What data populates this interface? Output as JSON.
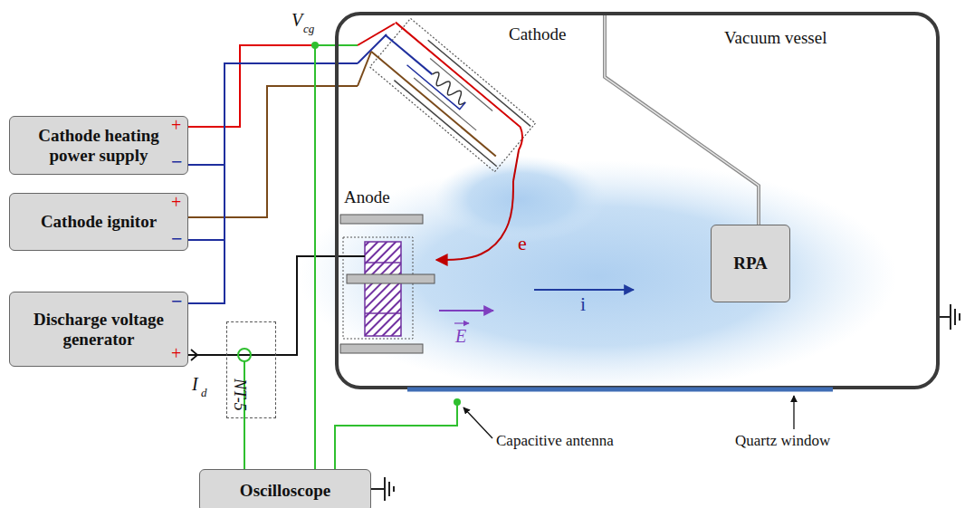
{
  "diagram": {
    "nodes": [
      {
        "text": [
          "Cathode heating power supply"
        ]
      },
      {
        "text": [
          "Cathode ignitor"
        ]
      },
      {
        "text": [
          "Discharge voltage generator"
        ]
      },
      {
        "text": [
          "NT-5"
        ]
      },
      {
        "text": [
          "Oscilloscope"
        ]
      },
      {
        "text": [
          "Vacuum vessel"
        ]
      },
      {
        "text": [
          "Cathode"
        ],
        "in": 5
      },
      {
        "text": [
          "Anode"
        ],
        "in": 5
      },
      {
        "text": [
          "RPA"
        ],
        "in": 5
      }
    ],
    "edges": [
      {
        "from": 0,
        "to": 6,
        "arrow": "none"
      },
      {
        "from": 0,
        "to": 6,
        "arrow": "none"
      },
      {
        "from": 1,
        "to": 6,
        "arrow": "none"
      },
      {
        "from": 1,
        "to": 6,
        "arrow": "none"
      },
      {
        "from": 2,
        "to": 6,
        "arrow": "none"
      },
      {
        "from": 2,
        "to": 7,
        "arrow": "none"
      },
      {
        "from": 3,
        "to": 4,
        "arrow": "none"
      },
      {
        "from": 6,
        "to": 4,
        "arrow": "none"
      },
      {
        "from": 6,
        "to": 7,
        "label": "e",
        "arrow": "to"
      }
    ],
    "labels": [
      "V",
      "cg",
      "+",
      "−",
      "+",
      "−",
      "−",
      "+",
      "I",
      "d",
      "E",
      "i",
      "Capacitive antenna",
      "Quartz window"
    ]
  }
}
